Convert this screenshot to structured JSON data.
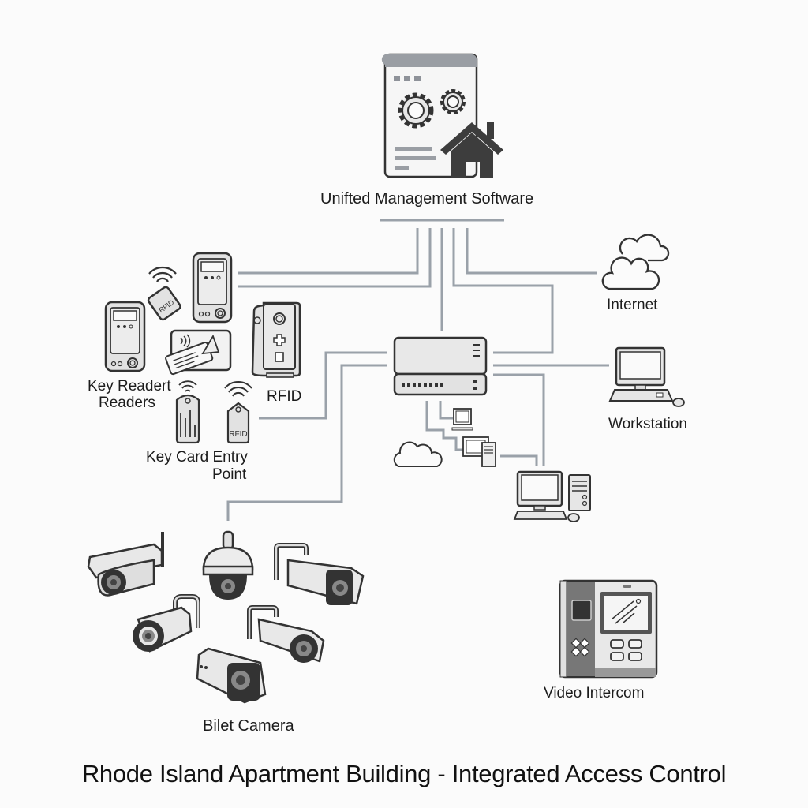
{
  "title": "Rhode Island Apartment Building - Integrated Access Control",
  "nodes": {
    "management_software": {
      "label": "Unifted Management Software",
      "icon": "software-window-gears-house-icon"
    },
    "internet": {
      "label": "Internet",
      "icon": "cloud-icon"
    },
    "workstation": {
      "label": "Workstation",
      "icon": "desktop-computer-icon"
    },
    "key_readers": {
      "label_line1": "Key Readert",
      "label_line2": "Readers",
      "icon": "keypad-reader-icon"
    },
    "rfid": {
      "label": "RFID",
      "icon": "rfid-reader-icon"
    },
    "key_card_entry": {
      "label_line1": "Key Card Entry",
      "label_line2": "Point",
      "icon": "key-tag-icon"
    },
    "rfid_tag_text": "RFID",
    "rfid_card_text": "RFID",
    "server": {
      "icon": "network-switch-icon"
    },
    "local_network": {
      "icon": "small-computers-icon"
    },
    "cameras": {
      "label": "Bilet Camera",
      "icon": "security-camera-icon",
      "count": 6
    },
    "video_intercom": {
      "label": "Video Intercom",
      "icon": "video-intercom-icon"
    }
  },
  "colors": {
    "wire": "#9aa1a9",
    "outline": "#333333",
    "device_fill": "#e6e6e6",
    "dark_fill": "#3d3d3d",
    "background": "#fbfbfb"
  }
}
